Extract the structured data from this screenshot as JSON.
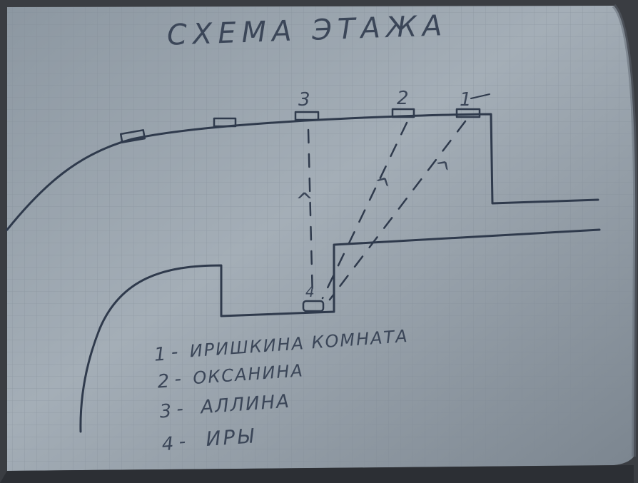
{
  "title": "СХЕМА ЭТАЖА",
  "markers": [
    {
      "id": "marker-1",
      "label": "1"
    },
    {
      "id": "marker-2",
      "label": "2"
    },
    {
      "id": "marker-3",
      "label": "3"
    },
    {
      "id": "marker-4",
      "label": "4"
    }
  ],
  "arrow_glyph": "^",
  "legend": [
    {
      "number": "1",
      "text": "ИРИШКИНА КОМНАТА"
    },
    {
      "number": "2",
      "text": "ОКСАНИНА"
    },
    {
      "number": "3",
      "text": "АЛЛИНА"
    },
    {
      "number": "4",
      "text": "ИРЫ"
    }
  ],
  "legend_separator": "-",
  "colors": {
    "paper": "#9aa4ad",
    "paper_shadow": "#5e6670",
    "grid": "#7f8a95",
    "ink": "#2f3a4c",
    "background": "#3a3d42"
  }
}
